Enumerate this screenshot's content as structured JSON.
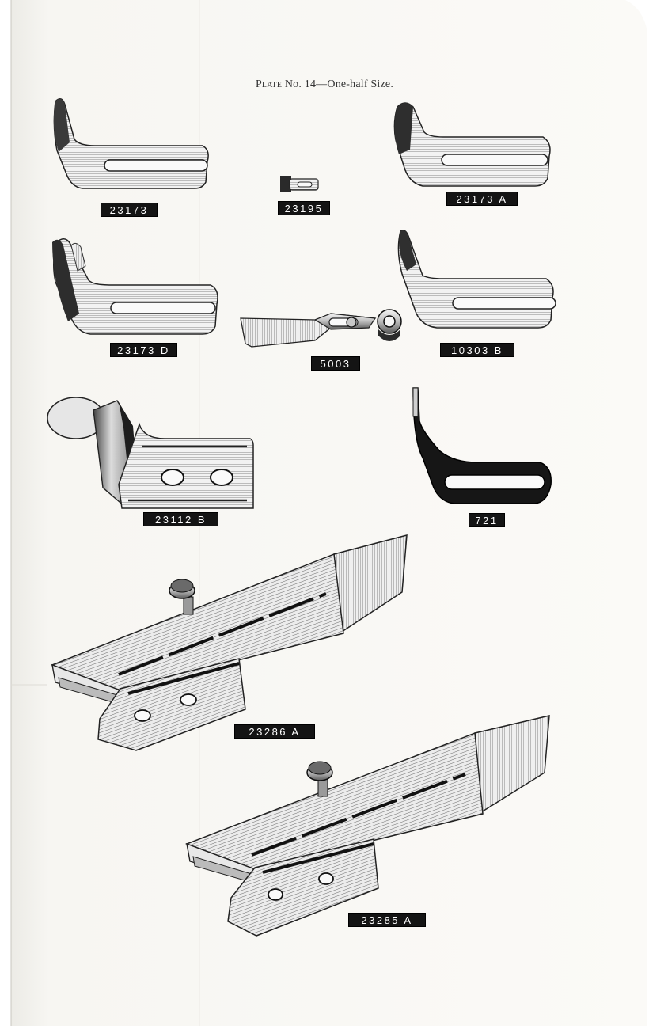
{
  "plate": {
    "prefix": "Plate",
    "rest": " No. 14—One-half Size."
  },
  "parts": [
    {
      "label": "23173"
    },
    {
      "label": "23195"
    },
    {
      "label": "23173 A"
    },
    {
      "label": "23173 D"
    },
    {
      "label": "5003"
    },
    {
      "label": "10303 B"
    },
    {
      "label": "23112 B"
    },
    {
      "label": "721"
    },
    {
      "label": "23286 A"
    },
    {
      "label": "23285 A"
    }
  ]
}
